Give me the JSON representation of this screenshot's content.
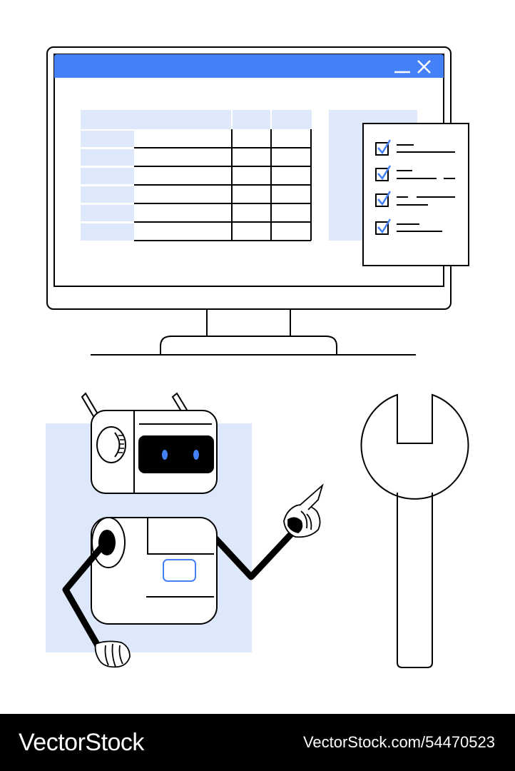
{
  "footer": {
    "brand": "VectorStock",
    "url": "VectorStock.com/54470523"
  },
  "window": {
    "minimize_icon": "minimize-icon",
    "close_icon": "close-icon"
  },
  "checklist": {
    "items_checked": 4
  },
  "colors": {
    "accent": "#4480f7",
    "light_blue": "#dde8fb",
    "stroke": "#000000",
    "footer_bg": "#000000"
  }
}
